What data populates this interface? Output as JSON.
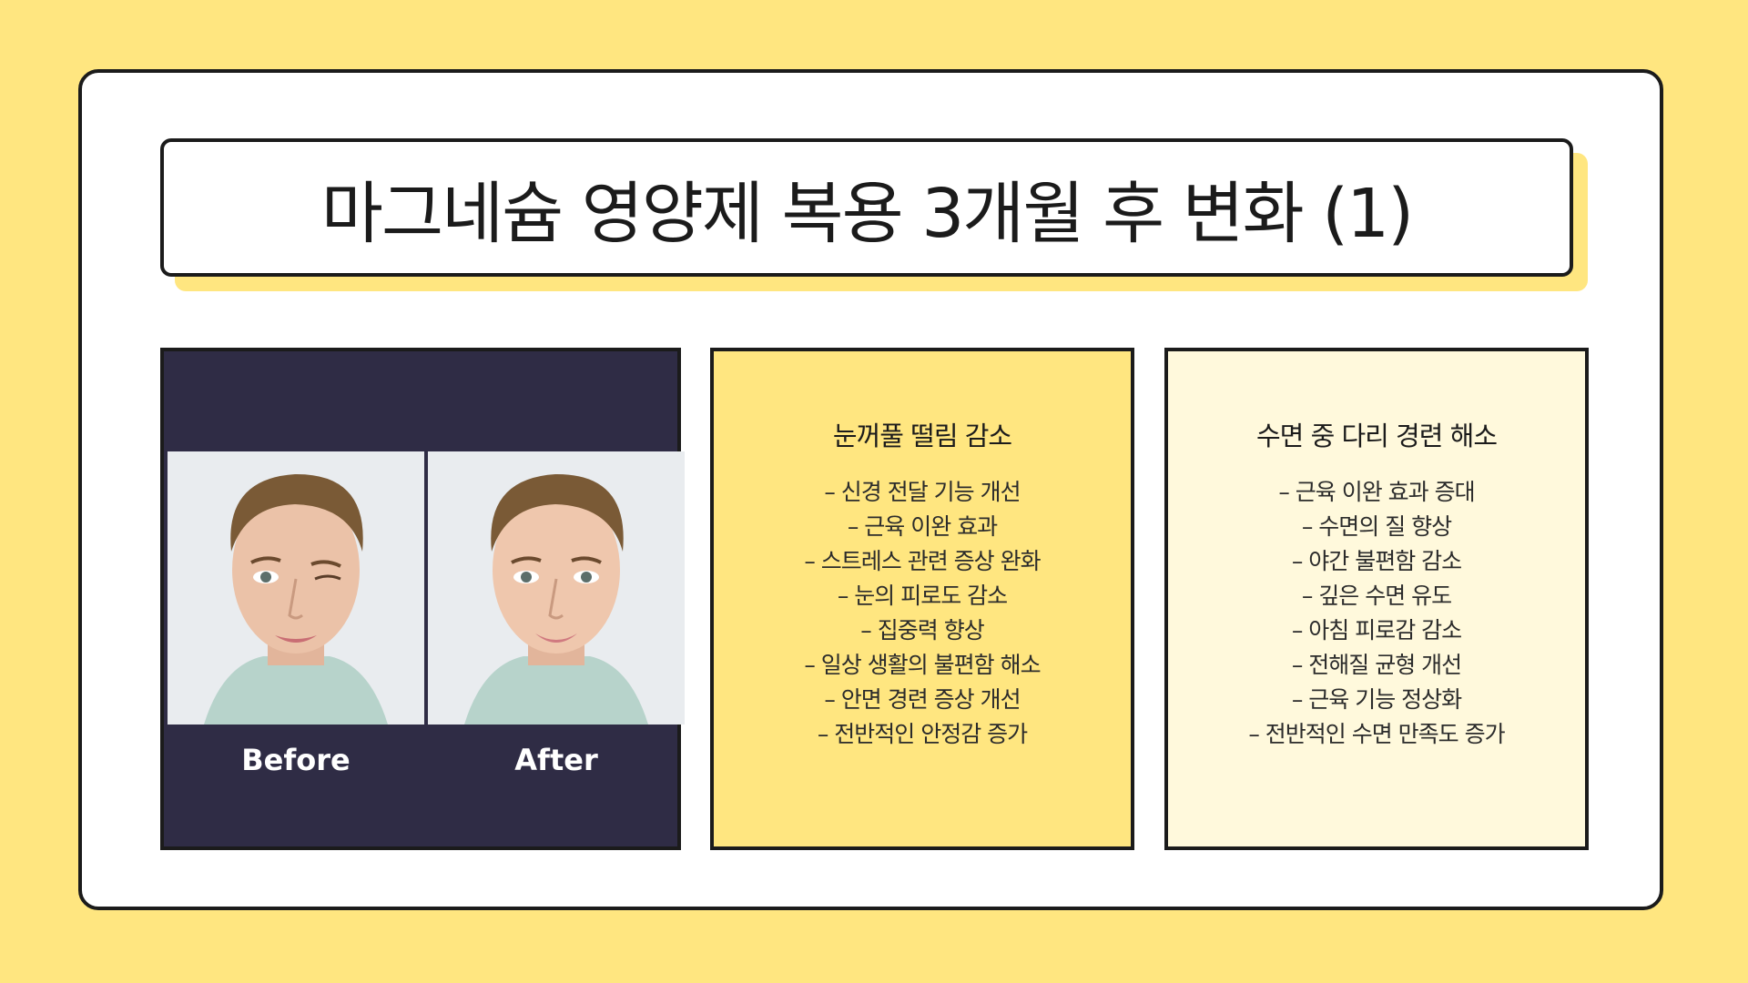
{
  "slide": {
    "title": "마그네슘 영양제 복용 3개월 후 변화 (1)"
  },
  "comparison_image": {
    "before_label": "Before",
    "after_label": "After"
  },
  "box_left": {
    "heading": "눈꺼풀 떨림 감소",
    "items": [
      "– 신경 전달 기능 개선",
      "– 근육 이완 효과",
      "– 스트레스 관련 증상 완화",
      "– 눈의 피로도 감소",
      "– 집중력 향상",
      "– 일상 생활의 불편함 해소",
      "– 안면 경련 증상 개선",
      "– 전반적인 안정감 증가"
    ]
  },
  "box_right": {
    "heading": "수면 중 다리 경련 해소",
    "items": [
      "– 근육 이완 효과 증대",
      "– 수면의 질 향상",
      "– 야간 불편함 감소",
      "– 깊은 수면 유도",
      "– 아침 피로감 감소",
      "– 전해질 균형 개선",
      "– 근육 기능 정상화",
      "– 전반적인 수면 만족도 증가"
    ]
  },
  "colors": {
    "background": "#FFE680",
    "card": "#FFFFFF",
    "border": "#1B1B1B",
    "box_left_fill": "#FFE680",
    "box_right_fill": "#FFF9DC",
    "image_panel": "#2F2C45"
  }
}
